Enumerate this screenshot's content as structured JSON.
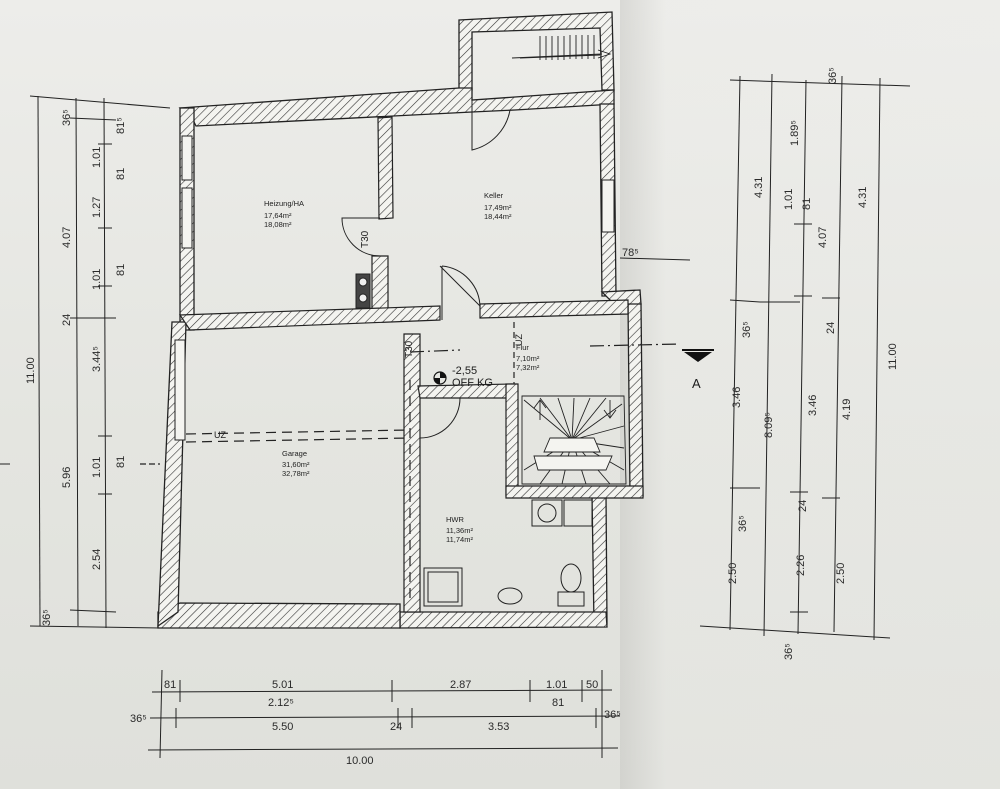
{
  "rooms": {
    "heizung": {
      "name": "Heizung/HA",
      "area1": "17,64m²",
      "area2": "18,08m²"
    },
    "keller": {
      "name": "Keller",
      "area1": "17,49m²",
      "area2": "18,44m²"
    },
    "flur": {
      "name": "Flur",
      "area1": "7,10m²",
      "area2": "7,32m²"
    },
    "garage": {
      "name": "Garage",
      "area1": "31,60m²",
      "area2": "32,78m²"
    },
    "hwr": {
      "name": "HWR",
      "area1": "11,36m²",
      "area2": "11,74m²"
    }
  },
  "labels": {
    "door_t30_a": "T30",
    "door_t30_b": "T30",
    "uz_flur": "UZ",
    "uz_garage": "UZ",
    "level": "-2,55",
    "level_text": "OFF KG",
    "section": "A"
  },
  "dims_left": {
    "total": "11.00",
    "seg_a": [
      "36⁵",
      "4.07",
      "24",
      "5.96",
      "36⁵"
    ],
    "seg_b": [
      "1.01",
      "1.27",
      "1.01",
      "3.44⁵",
      "1.01",
      "2.54"
    ],
    "seg_b_sub": [
      "81⁵",
      "81",
      "81",
      "81"
    ]
  },
  "dims_right": {
    "col1": [
      "4.31",
      "3.46",
      "2.50"
    ],
    "col1_sub": [
      "36⁵",
      "36⁵",
      "36⁵"
    ],
    "col2": [
      "1.01",
      "8.09⁵",
      "2.26"
    ],
    "col2_sub": [
      "1.89⁵",
      "81",
      "24",
      "24"
    ],
    "col3": [
      "4.07",
      "3.46",
      "2.50"
    ],
    "col4": [
      "4.31",
      "4.19",
      "11.00"
    ],
    "top_sub": "36⁵",
    "side": "78⁵"
  },
  "dims_bottom": {
    "row1": [
      "81",
      "5.01",
      "2.87",
      "1.01",
      "50"
    ],
    "row1_sub": [
      "2.12⁵",
      "81"
    ],
    "row2": [
      "36⁵",
      "5.50",
      "24",
      "3.53",
      "36⁵"
    ],
    "total": "10.00"
  }
}
